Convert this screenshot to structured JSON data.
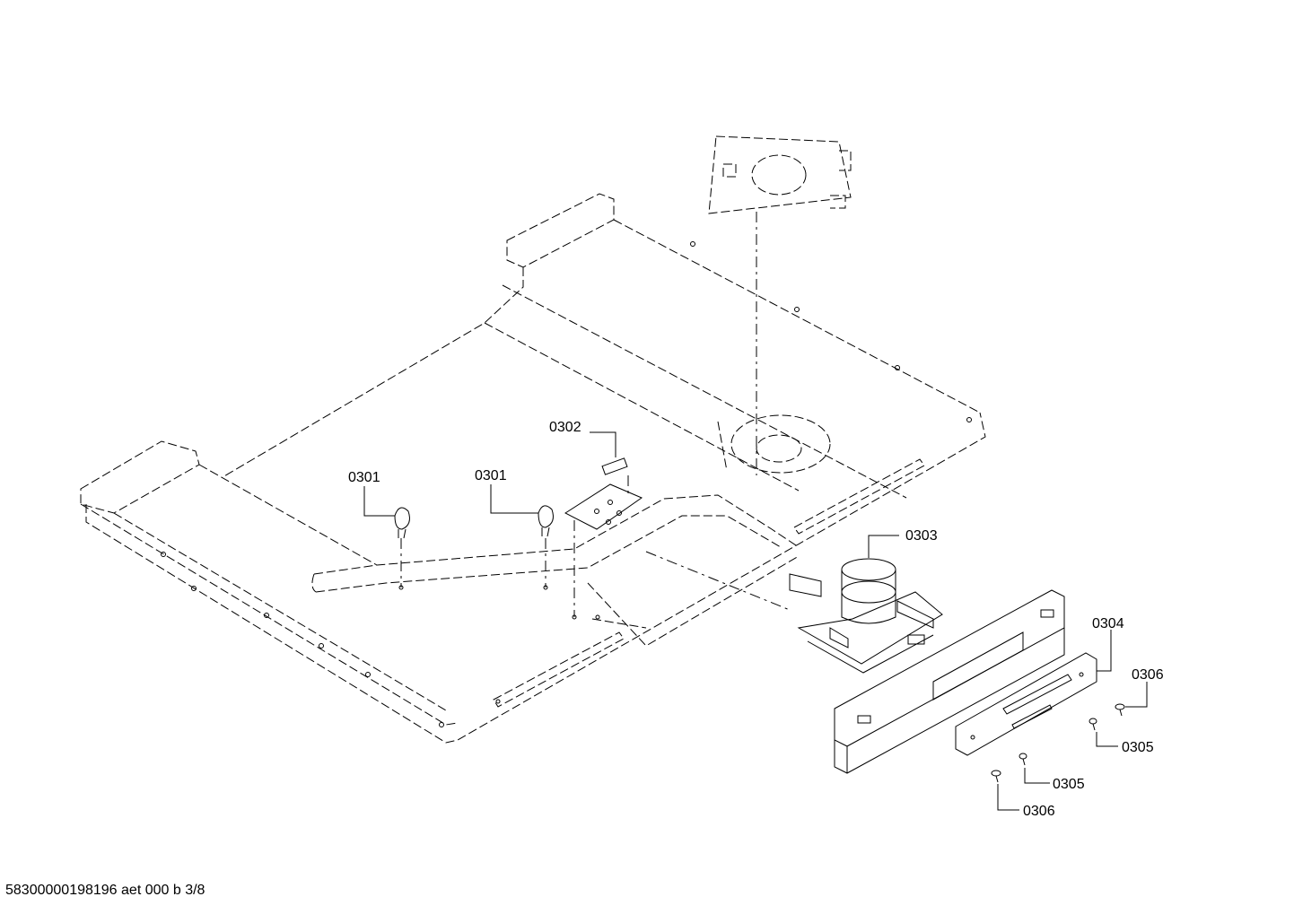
{
  "drawing_id": "58300000198196 aet 000 b 3/8",
  "callouts": {
    "c0301a": "0301",
    "c0301b": "0301",
    "c0302": "0302",
    "c0303": "0303",
    "c0304": "0304",
    "c0305a": "0305",
    "c0305b": "0305",
    "c0306a": "0306",
    "c0306b": "0306"
  },
  "colors": {
    "line": "#000000",
    "background": "#ffffff"
  }
}
